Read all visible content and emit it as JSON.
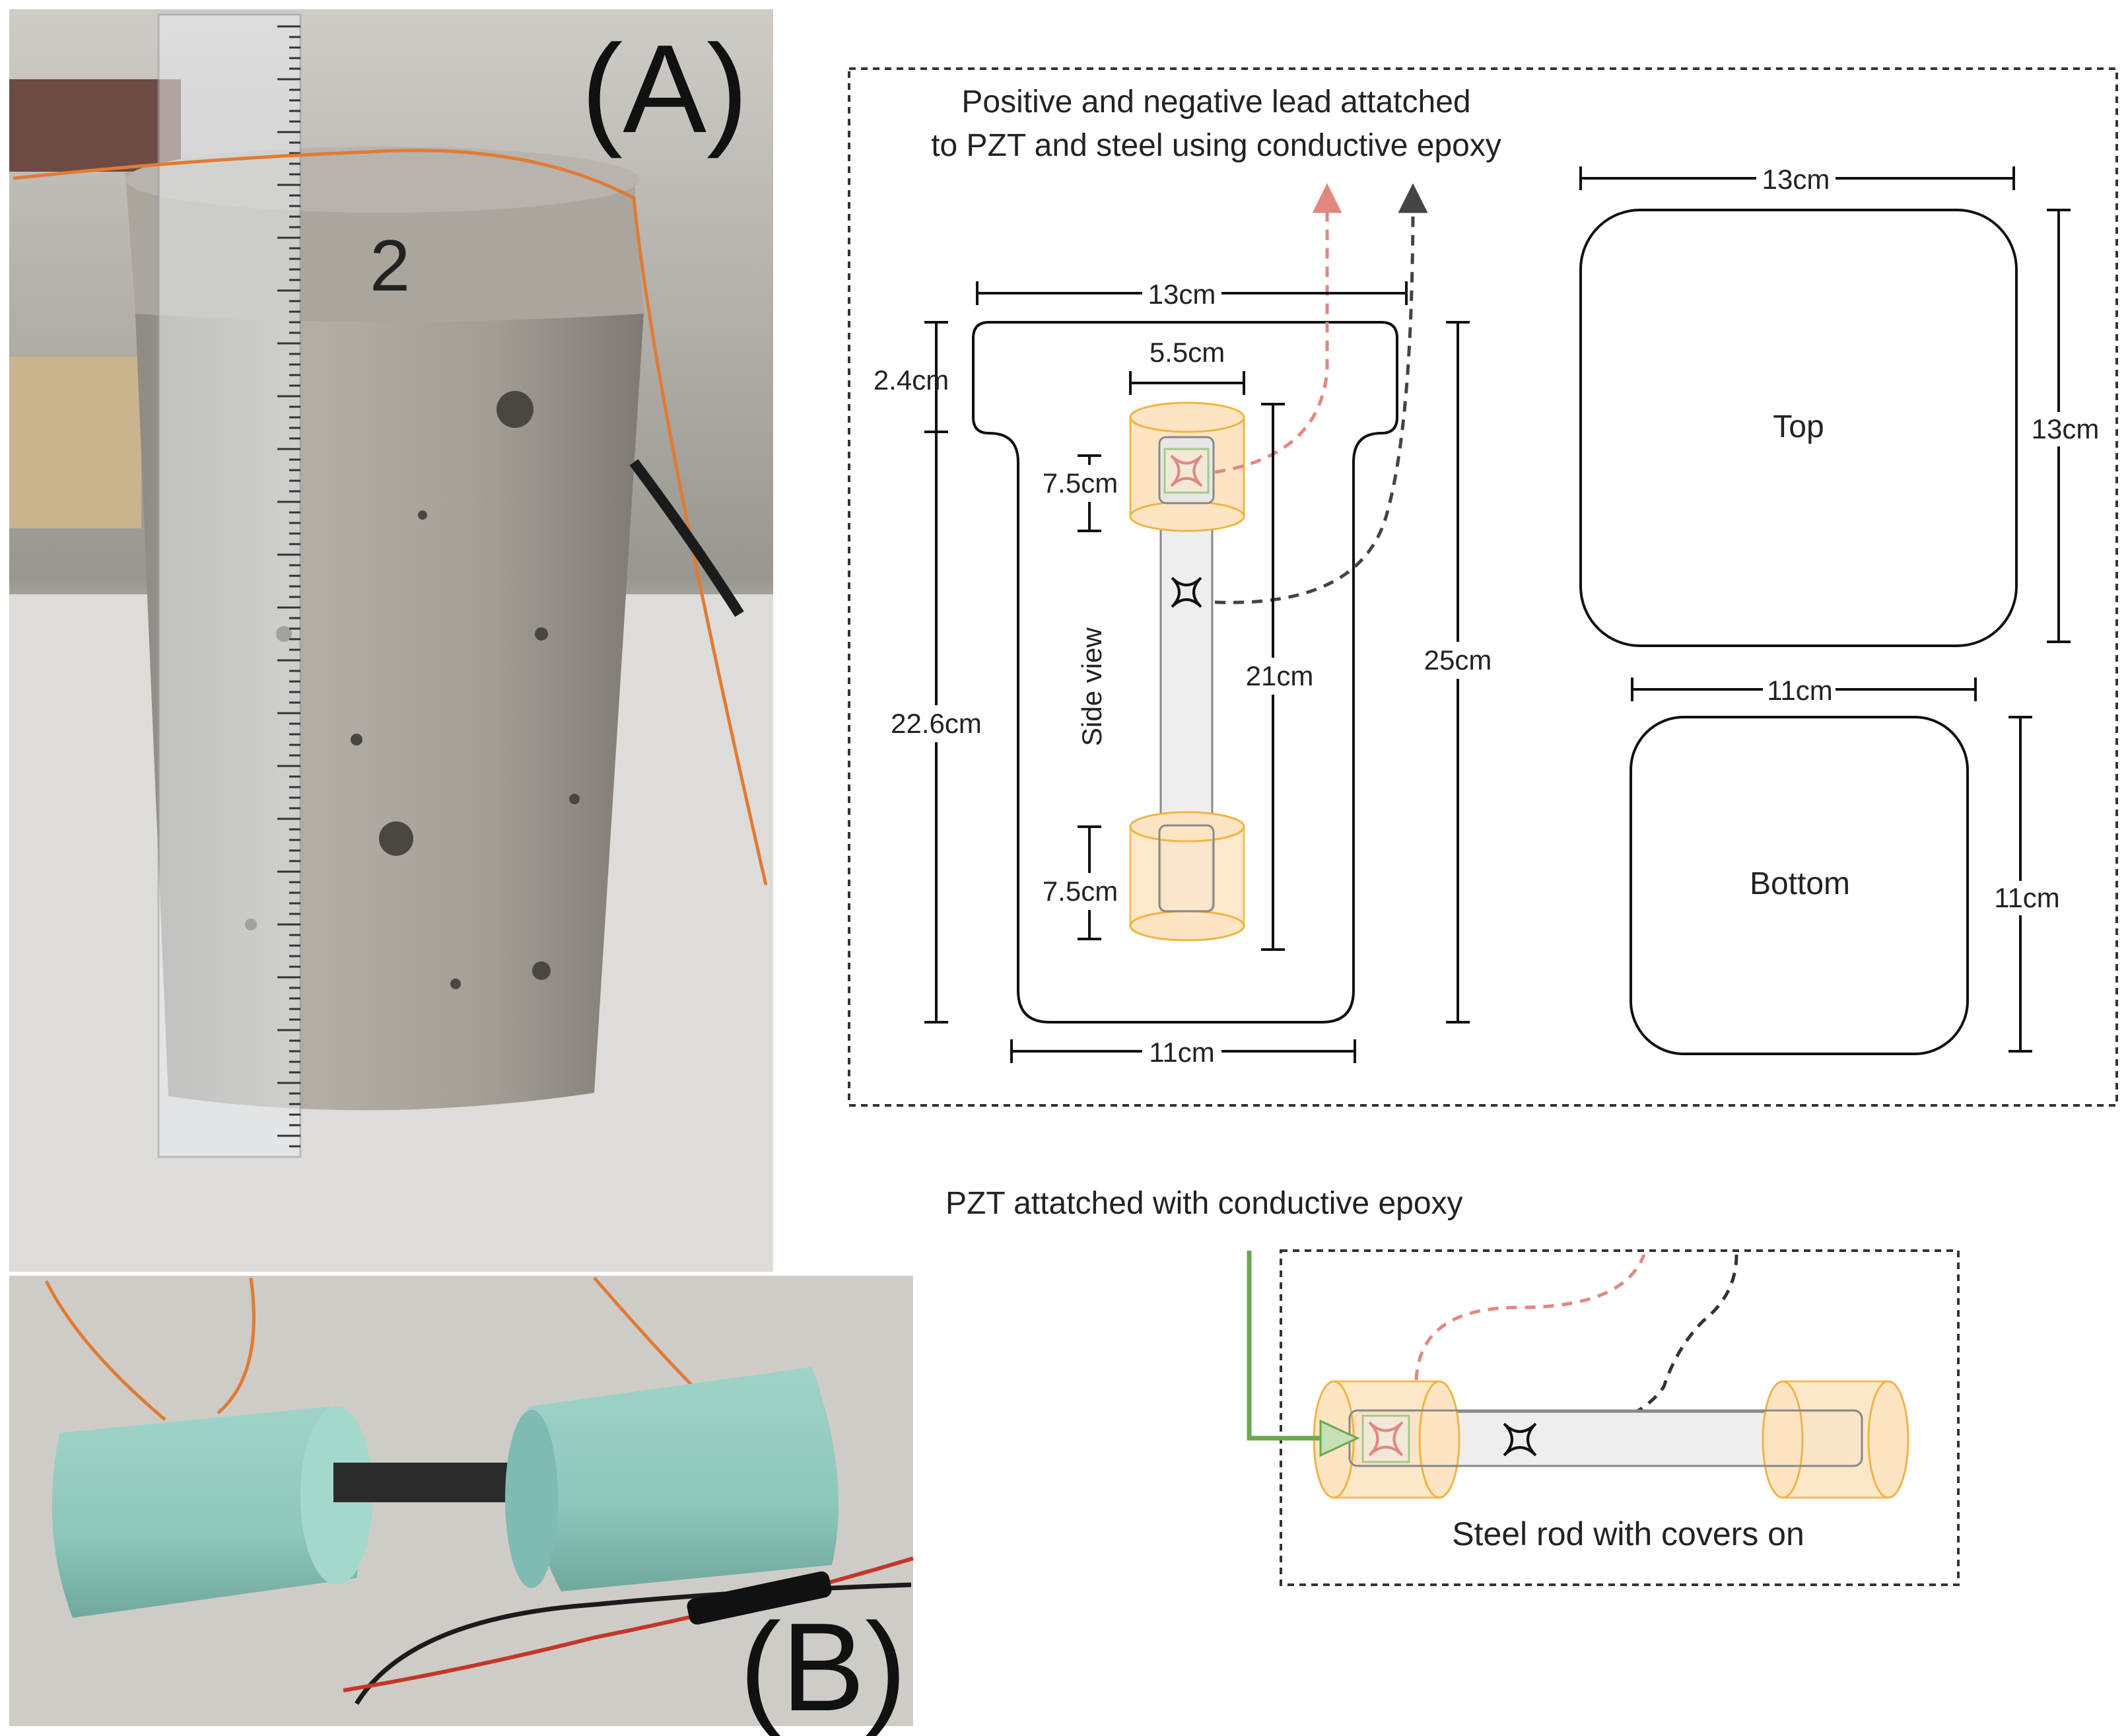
{
  "photo_a": {
    "panel_label": "(A)",
    "specimen_mark": "2"
  },
  "photo_b": {
    "panel_label": "(B)"
  },
  "side_view": {
    "lead_caption_line1": "Positive and negative lead attatched",
    "lead_caption_line2": "to PZT and steel using conductive epoxy",
    "rotated_label": "Side view",
    "dims": {
      "top_width": "13cm",
      "bottom_width": "11cm",
      "head_height": "2.4cm",
      "body_height": "22.6cm",
      "total_height": "25cm",
      "cover_width": "5.5cm",
      "upper_cover_height": "7.5cm",
      "lower_cover_height": "7.5cm",
      "rod_length": "21cm"
    }
  },
  "top_face": {
    "label": "Top",
    "width": "13cm",
    "height": "13cm"
  },
  "bottom_face": {
    "label": "Bottom",
    "width": "11cm",
    "height": "11cm"
  },
  "rod_detail": {
    "pzt_caption": "PZT attatched with conductive epoxy",
    "caption": "Steel rod with covers on"
  },
  "colors": {
    "positive_lead": "#e08880",
    "negative_lead": "#444444",
    "cover_fill": "#fde5c4",
    "cover_stroke": "#f0b443",
    "pointer_green": "#6aa84f",
    "concrete": "#a9a59c",
    "sensor_green": "#8ec7bc"
  }
}
